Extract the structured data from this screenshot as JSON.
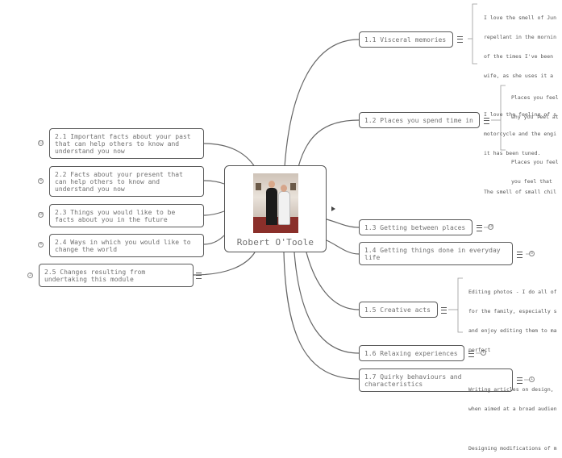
{
  "central": {
    "label": "Robert O'Toole"
  },
  "right_nodes": [
    {
      "label": "1.1 Visceral memories"
    },
    {
      "label": "1.2 Places you spend time in"
    },
    {
      "label": "1.3 Getting between places",
      "count": "10"
    },
    {
      "label": "1.4 Getting things done in everyday life",
      "count": "8"
    },
    {
      "label": "1.5 Creative acts"
    },
    {
      "label": "1.6 Relaxing experiences",
      "count": "1"
    },
    {
      "label": "1.7 Quirky behaviours and characteristics",
      "count": "1"
    }
  ],
  "left_nodes": [
    {
      "label": "2.1 Important facts about your past that can help others to know and understand you now",
      "count": "12"
    },
    {
      "label": "2.2 Facts about your present that can help others to know and understand you now",
      "count": "4"
    },
    {
      "label": "2.3 Things you would like to be facts about you in the future",
      "count": "10"
    },
    {
      "label": "2.4 Ways in which you would like to change the world",
      "count": "4"
    },
    {
      "label": "2.5 Changes resulting from undertaking this module",
      "count": "3"
    }
  ],
  "notes": {
    "visceral": [
      "I love the smell of Jun",
      "repellant in the mornin",
      "of the times I've been",
      "wife, as she uses it a",
      "",
      "I love the feeling of s",
      "motorcycle and the engi",
      "it has been tuned.",
      "",
      "The smell of small chil"
    ],
    "places_1": [
      "Places you feel",
      "why you feel at"
    ],
    "places_2": [
      "Places you feel",
      "you feel that"
    ],
    "creative": [
      "Editing photos - I do all of",
      "for the family, especially s",
      "and enjoy editing them to ma",
      "perfect",
      "",
      "Writing articles on design,",
      "when aimed at a broad audien",
      "",
      "Designing modifications of m"
    ]
  }
}
